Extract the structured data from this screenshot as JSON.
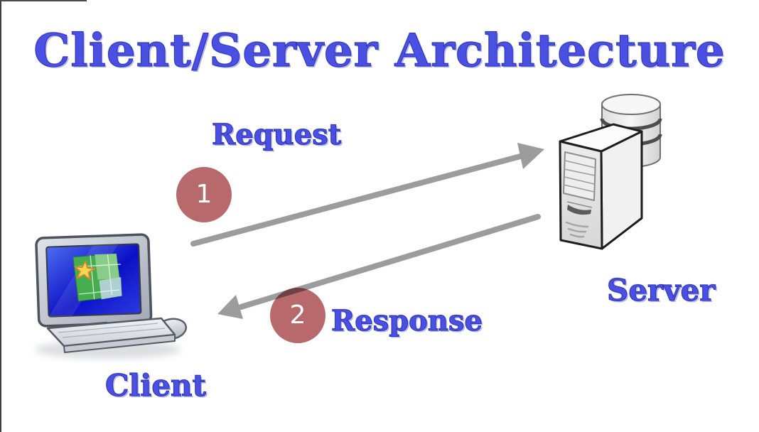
{
  "title": "Client/Server Architecture",
  "colors": {
    "heading_blue": "#4a50e2",
    "arrow_gray": "#9c9c9c",
    "step_badge_red": "#b7696c"
  },
  "diagram": {
    "nodes": [
      {
        "id": "client",
        "label": "Client",
        "icon": "desktop-computer-with-map-icon"
      },
      {
        "id": "server",
        "label": "Server",
        "icon": "server-tower-with-database-icon"
      }
    ],
    "flows": [
      {
        "step": "1",
        "label": "Request",
        "from": "client",
        "to": "server"
      },
      {
        "step": "2",
        "label": "Response",
        "from": "server",
        "to": "client"
      }
    ]
  }
}
